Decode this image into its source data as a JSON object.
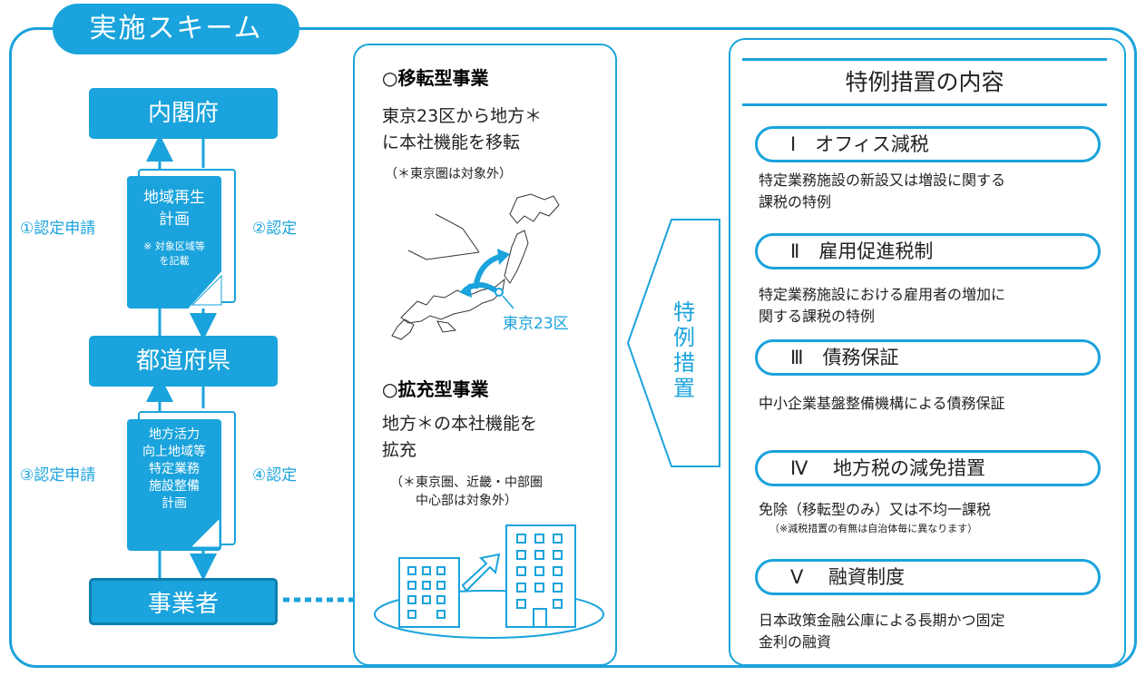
{
  "scheme_title": "実施スキーム",
  "flow": {
    "cabinet_office": "内閣府",
    "prefecture": "都道府県",
    "business": "事業者",
    "step1": "①認定申請",
    "step2": "②認定",
    "step3": "③認定申請",
    "step4": "④認定",
    "doc1_title": "地域再生\n計画",
    "doc1_note": "※ 対象区域等\nを記載",
    "doc2_title": "地方活力\n向上地域等\n特定業務\n施設整備\n計画"
  },
  "middle": {
    "relocation_heading": "○移転型事業",
    "relocation_text": "東京23区から地方＊\nに本社機能を移転",
    "relocation_note": "（＊東京圏は対象外）",
    "map_label": "東京23区",
    "expansion_heading": "○拡充型事業",
    "expansion_text": "地方＊の本社機能を\n拡充",
    "expansion_note": "（＊東京圏、近畿・中部圏\n中心部は対象外）"
  },
  "special_arrow_label": "特例措置",
  "right": {
    "heading": "特例措置の内容",
    "measures": [
      {
        "label": "Ⅰ　オフィス減税",
        "desc": "特定業務施設の新設又は増設に関する\n課税の特例"
      },
      {
        "label": "Ⅱ　雇用促進税制",
        "desc": "特定業務施設における雇用者の増加に\n関する課税の特例"
      },
      {
        "label": "Ⅲ　債務保証",
        "desc": "中小企業基盤整備機構による債務保証"
      },
      {
        "label": "Ⅳ　 地方税の減免措置",
        "desc": "免除（移転型のみ）又は不均一課税",
        "sub": "（※減税措置の有無は自治体毎に異なります）"
      },
      {
        "label": "Ⅴ　 融資制度",
        "desc": "日本政策金融公庫による長期かつ固定\n金利の融資"
      }
    ]
  },
  "colors": {
    "accent": "#1aa3dc",
    "text": "#222222"
  }
}
